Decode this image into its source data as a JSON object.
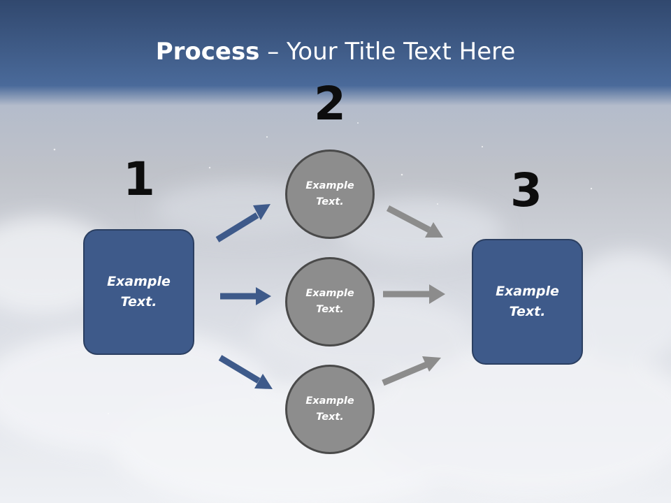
{
  "title": {
    "bold": "Process",
    "rest": " – Your Title Text Here"
  },
  "steps": [
    "1",
    "2",
    "3"
  ],
  "source_box": {
    "label": "Example\nText."
  },
  "target_box": {
    "label": "Example\nText."
  },
  "circles": [
    {
      "label": "Example\nText."
    },
    {
      "label": "Example\nText."
    },
    {
      "label": "Example\nText."
    }
  ],
  "colors": {
    "box_fill": "#3e5a8a",
    "blue_arrow": "#3e5a8a",
    "gray_arrow": "#8c8c8c",
    "circle_fill": "#8d8d8d",
    "header_band": "#3f5f8f"
  }
}
